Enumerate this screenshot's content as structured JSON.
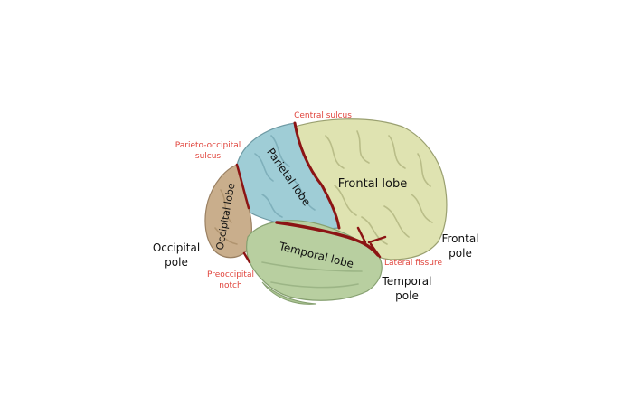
{
  "lobes": {
    "frontal": "Frontal lobe",
    "parietal": "Parietal lobe",
    "occipital": "Occipital lobe",
    "temporal": "Temporal lobe"
  },
  "landmarks": {
    "central_sulcus": "Central sulcus",
    "parieto_occipital_line1": "Parieto-occipital",
    "parieto_occipital_line2": "sulcus",
    "lateral_fissure": "Lateral fissure",
    "preoccipital_line1": "Preoccipital",
    "preoccipital_line2": "notch"
  },
  "poles": {
    "occipital_line1": "Occipital",
    "occipital_line2": "pole",
    "frontal_line1": "Frontal",
    "frontal_line2": "pole",
    "temporal_line1": "Temporal",
    "temporal_line2": "pole"
  },
  "colors": {
    "background": "#ffffff",
    "frontal": "#dfe3b1",
    "parietal": "#9fcdd6",
    "occipital": "#c9ae8c",
    "temporal": "#b8cfa0",
    "sulcus": "#8c1414",
    "landmark_text": "#e0443c",
    "lobe_text": "#111111"
  }
}
